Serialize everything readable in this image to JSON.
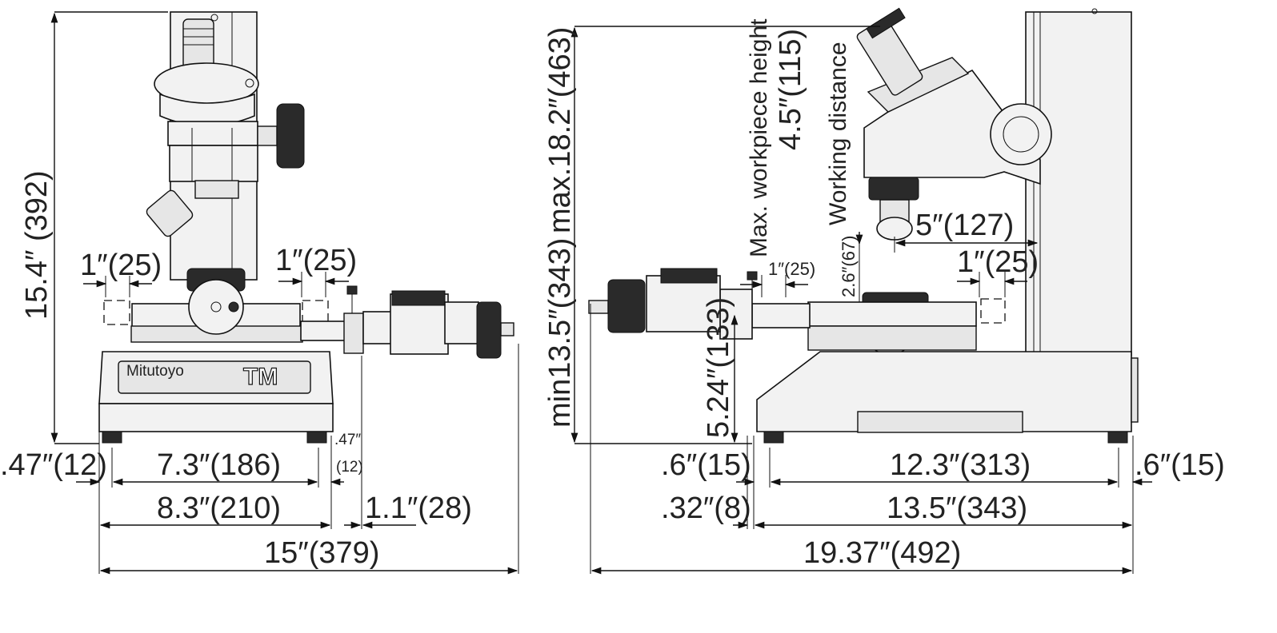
{
  "front_view": {
    "height_total": "15.4″ (392)",
    "stage_travel_left": "1″(25)",
    "stage_travel_right": "1″(25)",
    "foot_offset_left": ".47″(12)",
    "foot_span": "7.3″(186)",
    "foot_offset_right_in": ".47″",
    "foot_offset_right_mm": "(12)",
    "base_width": "8.3″(210)",
    "micrometer_overhang": "1.1″(28)",
    "overall_width": "15″(379)",
    "brand_logo": "Mitutoyo",
    "model_mark": "TM"
  },
  "side_view": {
    "max_height": "max.18.2″(463)",
    "min_height": "min13.5″(343)",
    "max_workpiece_label": "Max. workpiece height",
    "max_workpiece_value": "4.5″(115)",
    "working_distance_label": "Working distance",
    "working_distance_value": "2.6″(67)",
    "stage_height": "5.24″(133)",
    "throat_depth": "5″(127)",
    "stage_travel_left": "1″(25)",
    "stage_travel_right": "1″(25)",
    "foot_offset_front": ".6″(15)",
    "foot_span": "12.3″(313)",
    "foot_offset_rear": ".6″(15)",
    "micrometer_offset": ".32″(8)",
    "base_depth": "13.5″(343)",
    "overall_depth": "19.37″(492)"
  }
}
